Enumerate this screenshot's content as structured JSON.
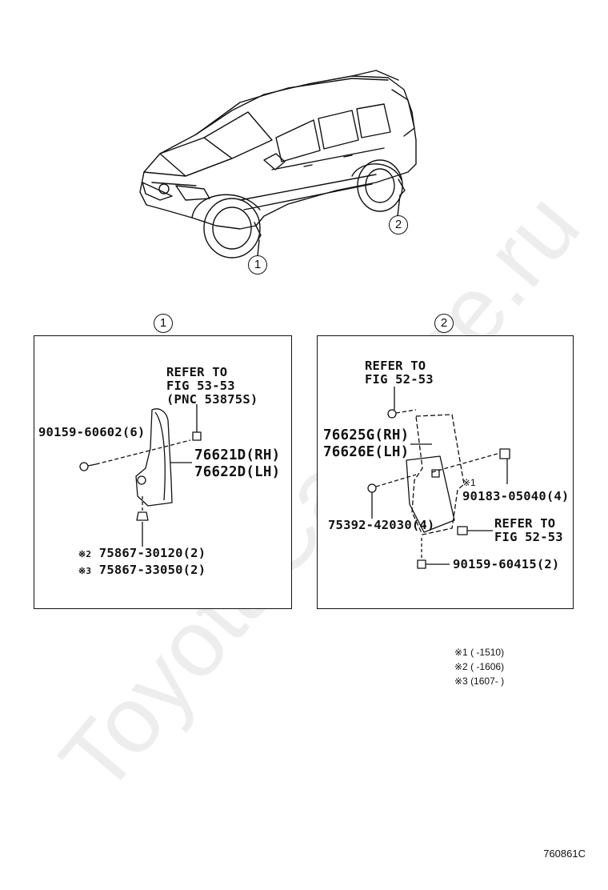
{
  "watermark": "ToyotaCarMine.ru",
  "callouts": {
    "front": "1",
    "rear": "2"
  },
  "panel1": {
    "title": "1",
    "refer": [
      "REFER TO",
      "FIG 53-53",
      "(PNC 53875S)"
    ],
    "screw": "90159-60602(6)",
    "flap_rh": "76621D(RH)",
    "flap_lh": "76622D(LH)",
    "clip_a": {
      "mark": "※2",
      "part": "75867-30120(2)"
    },
    "clip_b": {
      "mark": "※3",
      "part": "75867-33050(2)"
    }
  },
  "panel2": {
    "title": "2",
    "refer_top": [
      "REFER TO",
      "FIG 52-53"
    ],
    "flap_rh": "76625G(RH)",
    "flap_lh": "76626E(LH)",
    "nut_mark": "※1",
    "nut": "90183-05040(4)",
    "screw": "75392-42030(4)",
    "refer_bottom": [
      "REFER TO",
      "FIG 52-53"
    ],
    "bolt": "90159-60415(2)"
  },
  "notes": [
    "※1 (        -1510)",
    "※2 (        -1606)",
    "※3 (1607-        )"
  ],
  "diagram_code": "760861C"
}
